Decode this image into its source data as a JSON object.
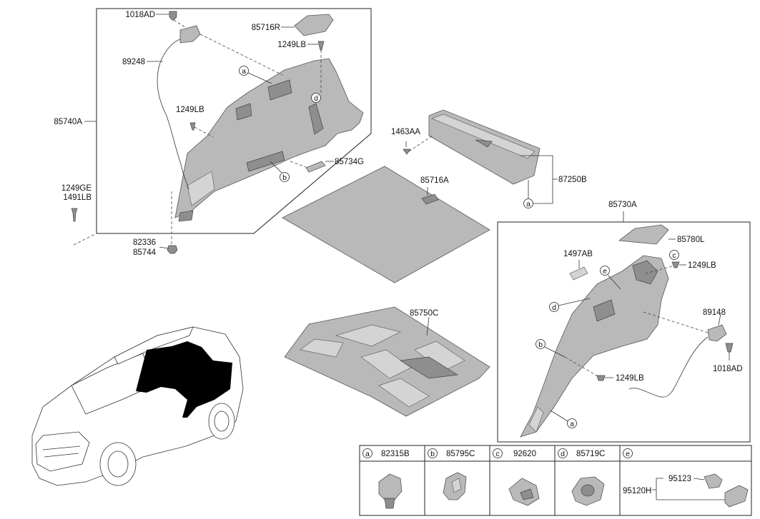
{
  "labels": {
    "p1018AD_top": "1018AD",
    "p85716R": "85716R",
    "p1249LB_top": "1249LB",
    "p89248": "89248",
    "p1249LB_mid": "1249LB",
    "p85740A": "85740A",
    "p85734G": "85734G",
    "p1249GE": "1249GE",
    "p1491LB": "1491LB",
    "p82336": "82336",
    "p85744": "85744",
    "p1463AA": "1463AA",
    "p85716A": "85716A",
    "p87250B": "87250B",
    "p85730A": "85730A",
    "p85780L": "85780L",
    "p1497AB": "1497AB",
    "p1249LB_right": "1249LB",
    "p89148": "89148",
    "p1018AD_right": "1018AD",
    "p1249LB_bottom": "1249LB",
    "p85750C": "85750C"
  },
  "callouts": {
    "a": "a",
    "b": "b",
    "c": "c",
    "d": "d",
    "e": "e"
  },
  "legend": {
    "a_letter": "a",
    "a_part": "82315B",
    "b_letter": "b",
    "b_part": "85795C",
    "c_letter": "c",
    "c_part": "92620",
    "d_letter": "d",
    "d_part": "85719C",
    "e_letter": "e",
    "e_sub1": "95123",
    "e_sub2": "95120H"
  }
}
